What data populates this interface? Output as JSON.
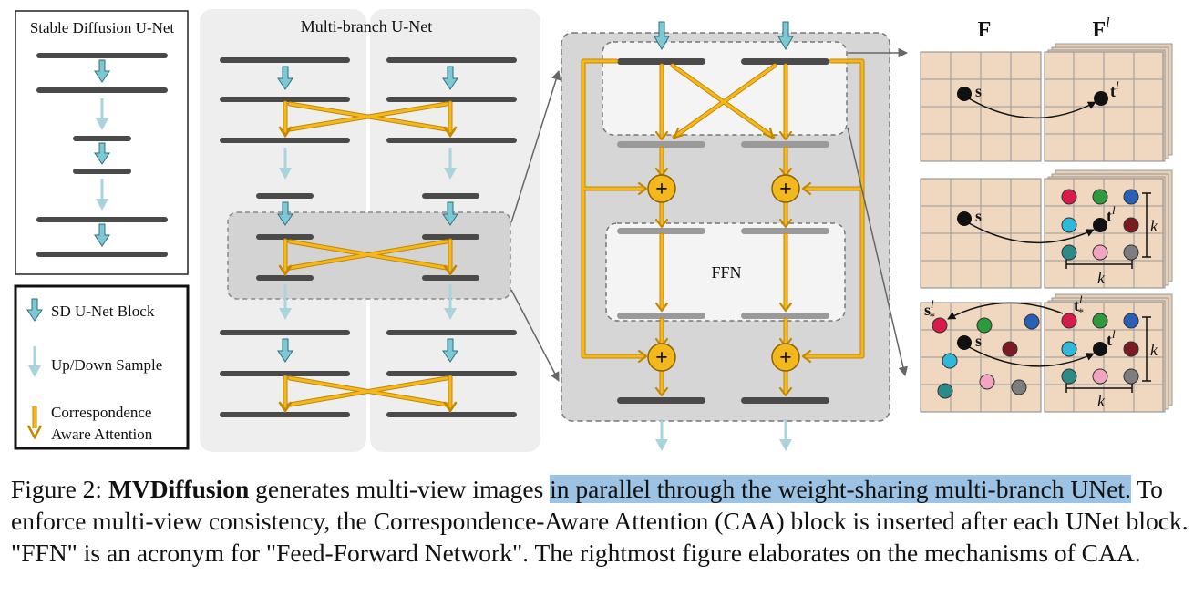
{
  "figure": {
    "panel_sd_title": "Stable Diffusion U-Net",
    "panel_multi_title": "Multi-branch U-Net",
    "legend": {
      "block": "SD U-Net Block",
      "sample": "Up/Down Sample",
      "caa_line1": "Correspondence",
      "caa_line2": "Aware Attention"
    },
    "ffn_label": "FFN",
    "plus_symbol": "+",
    "features": {
      "f_label": "F",
      "fl_label": "F",
      "fl_sup": "l",
      "s_label": "s",
      "t_label": "t",
      "t_sup": "l",
      "k_label": "k",
      "s_star": "s",
      "t_star": "t",
      "star": "*"
    },
    "colors": {
      "block_bar": "#4a4a4a",
      "light_bar": "#9a9a9a",
      "teal_arrow": "#7ec8d4",
      "light_arrow": "#a9d4dc",
      "orange": "#f4b81f",
      "orange_outline": "#c48700",
      "panel_bg": "#eeeeee",
      "caa_box_bg": "#d3d3d3",
      "grid_bg": "#efd8bf",
      "highlight": "#9cc3e3"
    }
  },
  "caption": {
    "prefix": "Figure 2: ",
    "bold": "MVDiffusion",
    "text1": " generates multi-view images ",
    "highlighted": "in parallel through the weight-sharing multi-branch UNet.",
    "text2": " To enforce multi-view consistency, the Correspondence-Aware Attention (CAA) block is inserted after each UNet block. \"FFN\" is an acronym for \"Feed-Forward Network\". The rightmost figure elaborates on the mechanisms of CAA."
  }
}
